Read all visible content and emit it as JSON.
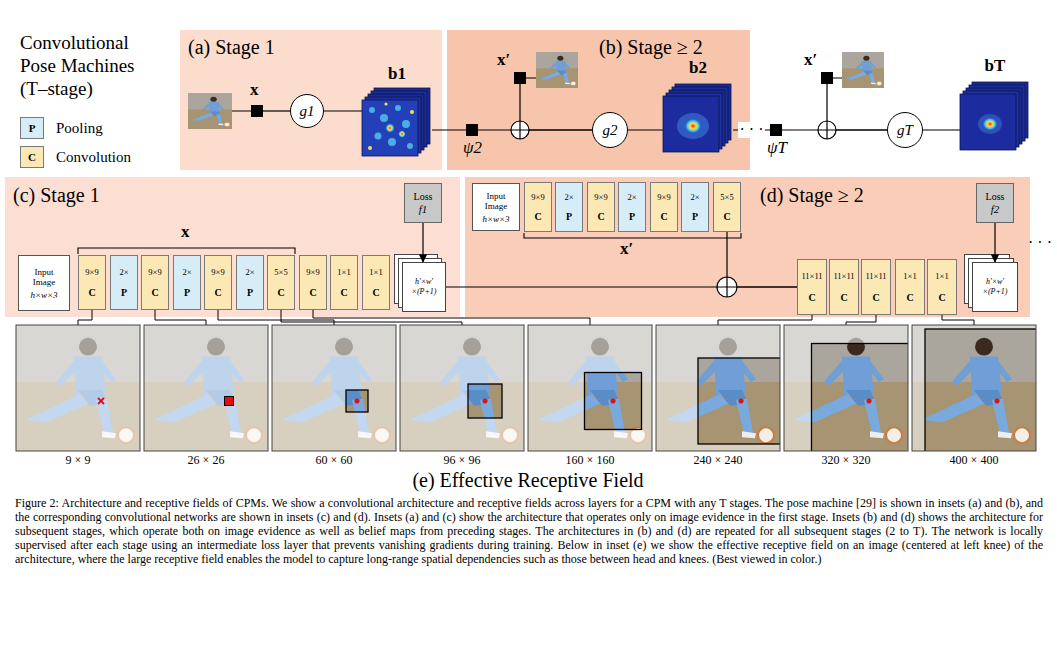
{
  "diagram": {
    "title": "Convolutional Pose Machines (T–stage)",
    "caption": "Figure 2: Architecture and receptive fields of CPMs. We show a convolutional architecture and receptive fields across layers for a CPM with any T stages. The pose machine [29] is shown in insets (a) and (b), and the corresponding convolutional networks are shown in insets (c) and (d). Insets (a) and (c) show the architecture that operates only on image evidence in the first stage. Insets (b) and (d) shows the architecture for subsequent stages, which operate both on image evidence as well as belief maps from preceding stages. The architectures in (b) and (d) are repeated for all subsequent stages (2 to T). The network is locally supervised after each stage using an intermediate loss layer that prevents vanishing gradients during training. Below in inset (e) we show the effective receptive field on an image (centered at left knee) of the architecture, where the large receptive field enables the model to capture long-range spatial dependencies such as those between head and knees. (Best viewed in color.)",
    "nodes": [
      {
        "text": [
          "(a) Stage 1"
        ]
      },
      {
        "text": [
          "x"
        ],
        "in": 0
      },
      {
        "text": [
          "g1"
        ],
        "in": 0
      },
      {
        "text": [
          "b1"
        ],
        "in": 0
      },
      {
        "text": [
          "(b) Stage ≥ 2"
        ]
      },
      {
        "text": [
          "x′"
        ],
        "in": 4
      },
      {
        "text": [
          "ψ2"
        ],
        "in": 4
      },
      {
        "text": [
          "g2"
        ],
        "in": 4
      },
      {
        "text": [
          "b2"
        ],
        "in": 4
      },
      {
        "text": [
          "x′"
        ]
      },
      {
        "text": [
          "ψT"
        ]
      },
      {
        "text": [
          "gT"
        ]
      },
      {
        "text": [
          "bT"
        ]
      },
      {
        "text": [
          "(c) Stage 1"
        ]
      },
      {
        "text": [
          "Input Image",
          "h×w×3"
        ],
        "in": 13
      },
      {
        "text": [
          "9×9",
          "C"
        ],
        "in": 13
      },
      {
        "text": [
          "2×",
          "P"
        ],
        "in": 13
      },
      {
        "text": [
          "9×9",
          "C"
        ],
        "in": 13
      },
      {
        "text": [
          "2×",
          "P"
        ],
        "in": 13
      },
      {
        "text": [
          "9×9",
          "C"
        ],
        "in": 13
      },
      {
        "text": [
          "2×",
          "P"
        ],
        "in": 13
      },
      {
        "text": [
          "5×5",
          "C"
        ],
        "in": 13
      },
      {
        "text": [
          "9×9",
          "C"
        ],
        "in": 13
      },
      {
        "text": [
          "1×1",
          "C"
        ],
        "in": 13
      },
      {
        "text": [
          "1×1",
          "C"
        ],
        "in": 13
      },
      {
        "text": [
          "Loss",
          "f1"
        ],
        "in": 13
      },
      {
        "text": [
          "h′×w′ ×(P+1)"
        ],
        "in": 13
      },
      {
        "text": [
          "(d) Stage ≥ 2"
        ]
      },
      {
        "text": [
          "Input Image",
          "h×w×3"
        ],
        "in": 27
      },
      {
        "text": [
          "9×9",
          "C"
        ],
        "in": 27
      },
      {
        "text": [
          "2×",
          "P"
        ],
        "in": 27
      },
      {
        "text": [
          "9×9",
          "C"
        ],
        "in": 27
      },
      {
        "text": [
          "2×",
          "P"
        ],
        "in": 27
      },
      {
        "text": [
          "9×9",
          "C"
        ],
        "in": 27
      },
      {
        "text": [
          "2×",
          "P"
        ],
        "in": 27
      },
      {
        "text": [
          "5×5",
          "C"
        ],
        "in": 27
      },
      {
        "text": [
          "11×11",
          "C"
        ],
        "in": 27
      },
      {
        "text": [
          "11×11",
          "C"
        ],
        "in": 27
      },
      {
        "text": [
          "11×11",
          "C"
        ],
        "in": 27
      },
      {
        "text": [
          "1×1",
          "C"
        ],
        "in": 27
      },
      {
        "text": [
          "1×1",
          "C"
        ],
        "in": 27
      },
      {
        "text": [
          "Loss",
          "f2"
        ],
        "in": 27
      },
      {
        "text": [
          "h′×w′ ×(P+1)"
        ],
        "in": 27
      }
    ],
    "edges": [
      {
        "from": 1,
        "to": 2,
        "arrow": "none"
      },
      {
        "from": 2,
        "to": 3,
        "arrow": "none"
      },
      {
        "from": 3,
        "to": 6,
        "arrow": "none"
      },
      {
        "from": 6,
        "to": 7,
        "arrow": "none"
      },
      {
        "from": 5,
        "to": 7,
        "arrow": "none"
      },
      {
        "from": 7,
        "to": 8,
        "arrow": "none"
      },
      {
        "from": 8,
        "to": 10,
        "label": "· · ·",
        "arrow": "none"
      },
      {
        "from": 10,
        "to": 11,
        "arrow": "none"
      },
      {
        "from": 9,
        "to": 11,
        "arrow": "none"
      },
      {
        "from": 11,
        "to": 12,
        "arrow": "none"
      },
      {
        "from": 25,
        "to": 26,
        "arrow": "to"
      },
      {
        "from": 26,
        "to": 36,
        "arrow": "none"
      },
      {
        "from": 35,
        "to": 36,
        "arrow": "none"
      },
      {
        "from": 41,
        "to": 42,
        "arrow": "to"
      }
    ],
    "labels": [
      "P",
      "C",
      "x",
      "x′",
      "· · ·",
      "9 × 9",
      "26 × 26",
      "60 × 60",
      "96 × 96",
      "160 × 160",
      "240 × 240",
      "320 × 320",
      "400 × 400",
      "(e) Effective Receptive Field"
    ],
    "legend": [
      {
        "text": "Pooling",
        "color": "#d6ecf6"
      },
      {
        "text": "Convolution",
        "color": "#fbe8b5"
      }
    ]
  }
}
